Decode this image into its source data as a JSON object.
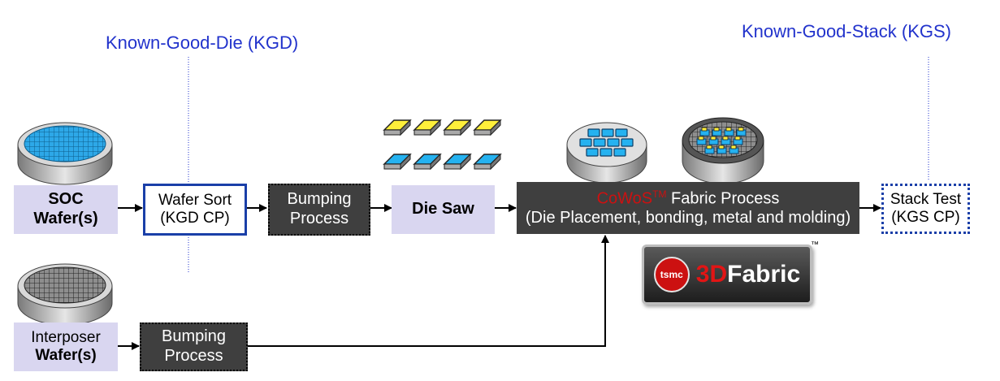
{
  "labels": {
    "kgd": "Known-Good-Die (KGD)",
    "kgs": "Known-Good-Stack (KGS)"
  },
  "boxes": {
    "soc_wafer": {
      "line1": "SOC",
      "line2": "Wafer(s)"
    },
    "wafer_sort": {
      "line1": "Wafer Sort",
      "line2": "(KGD CP)"
    },
    "bumping_top": {
      "line1": "Bumping",
      "line2": "Process"
    },
    "die_saw": {
      "line1": "Die Saw"
    },
    "cowos": {
      "brand": "CoWoS",
      "tm": "TM",
      "line1_rest": " Fabric Process",
      "line2": "(Die Placement, bonding, metal and molding)"
    },
    "stack_test": {
      "line1": "Stack Test",
      "line2": "(KGS CP)"
    },
    "interposer_wafer": {
      "line1": "Interposer",
      "line2": "Wafer(s)"
    },
    "bumping_bottom": {
      "line1": "Bumping",
      "line2": "Process"
    }
  },
  "logo": {
    "badge": "tsmc",
    "prefix": "3D",
    "name": "Fabric",
    "tm": "™"
  },
  "colors": {
    "label_blue": "#2233cc",
    "box_lavender": "#d9d6f0",
    "box_dark": "#3f3f3f",
    "cowos_red": "#cc1111",
    "die_yellow": "#ffef3a",
    "die_blue": "#25b2f0"
  }
}
